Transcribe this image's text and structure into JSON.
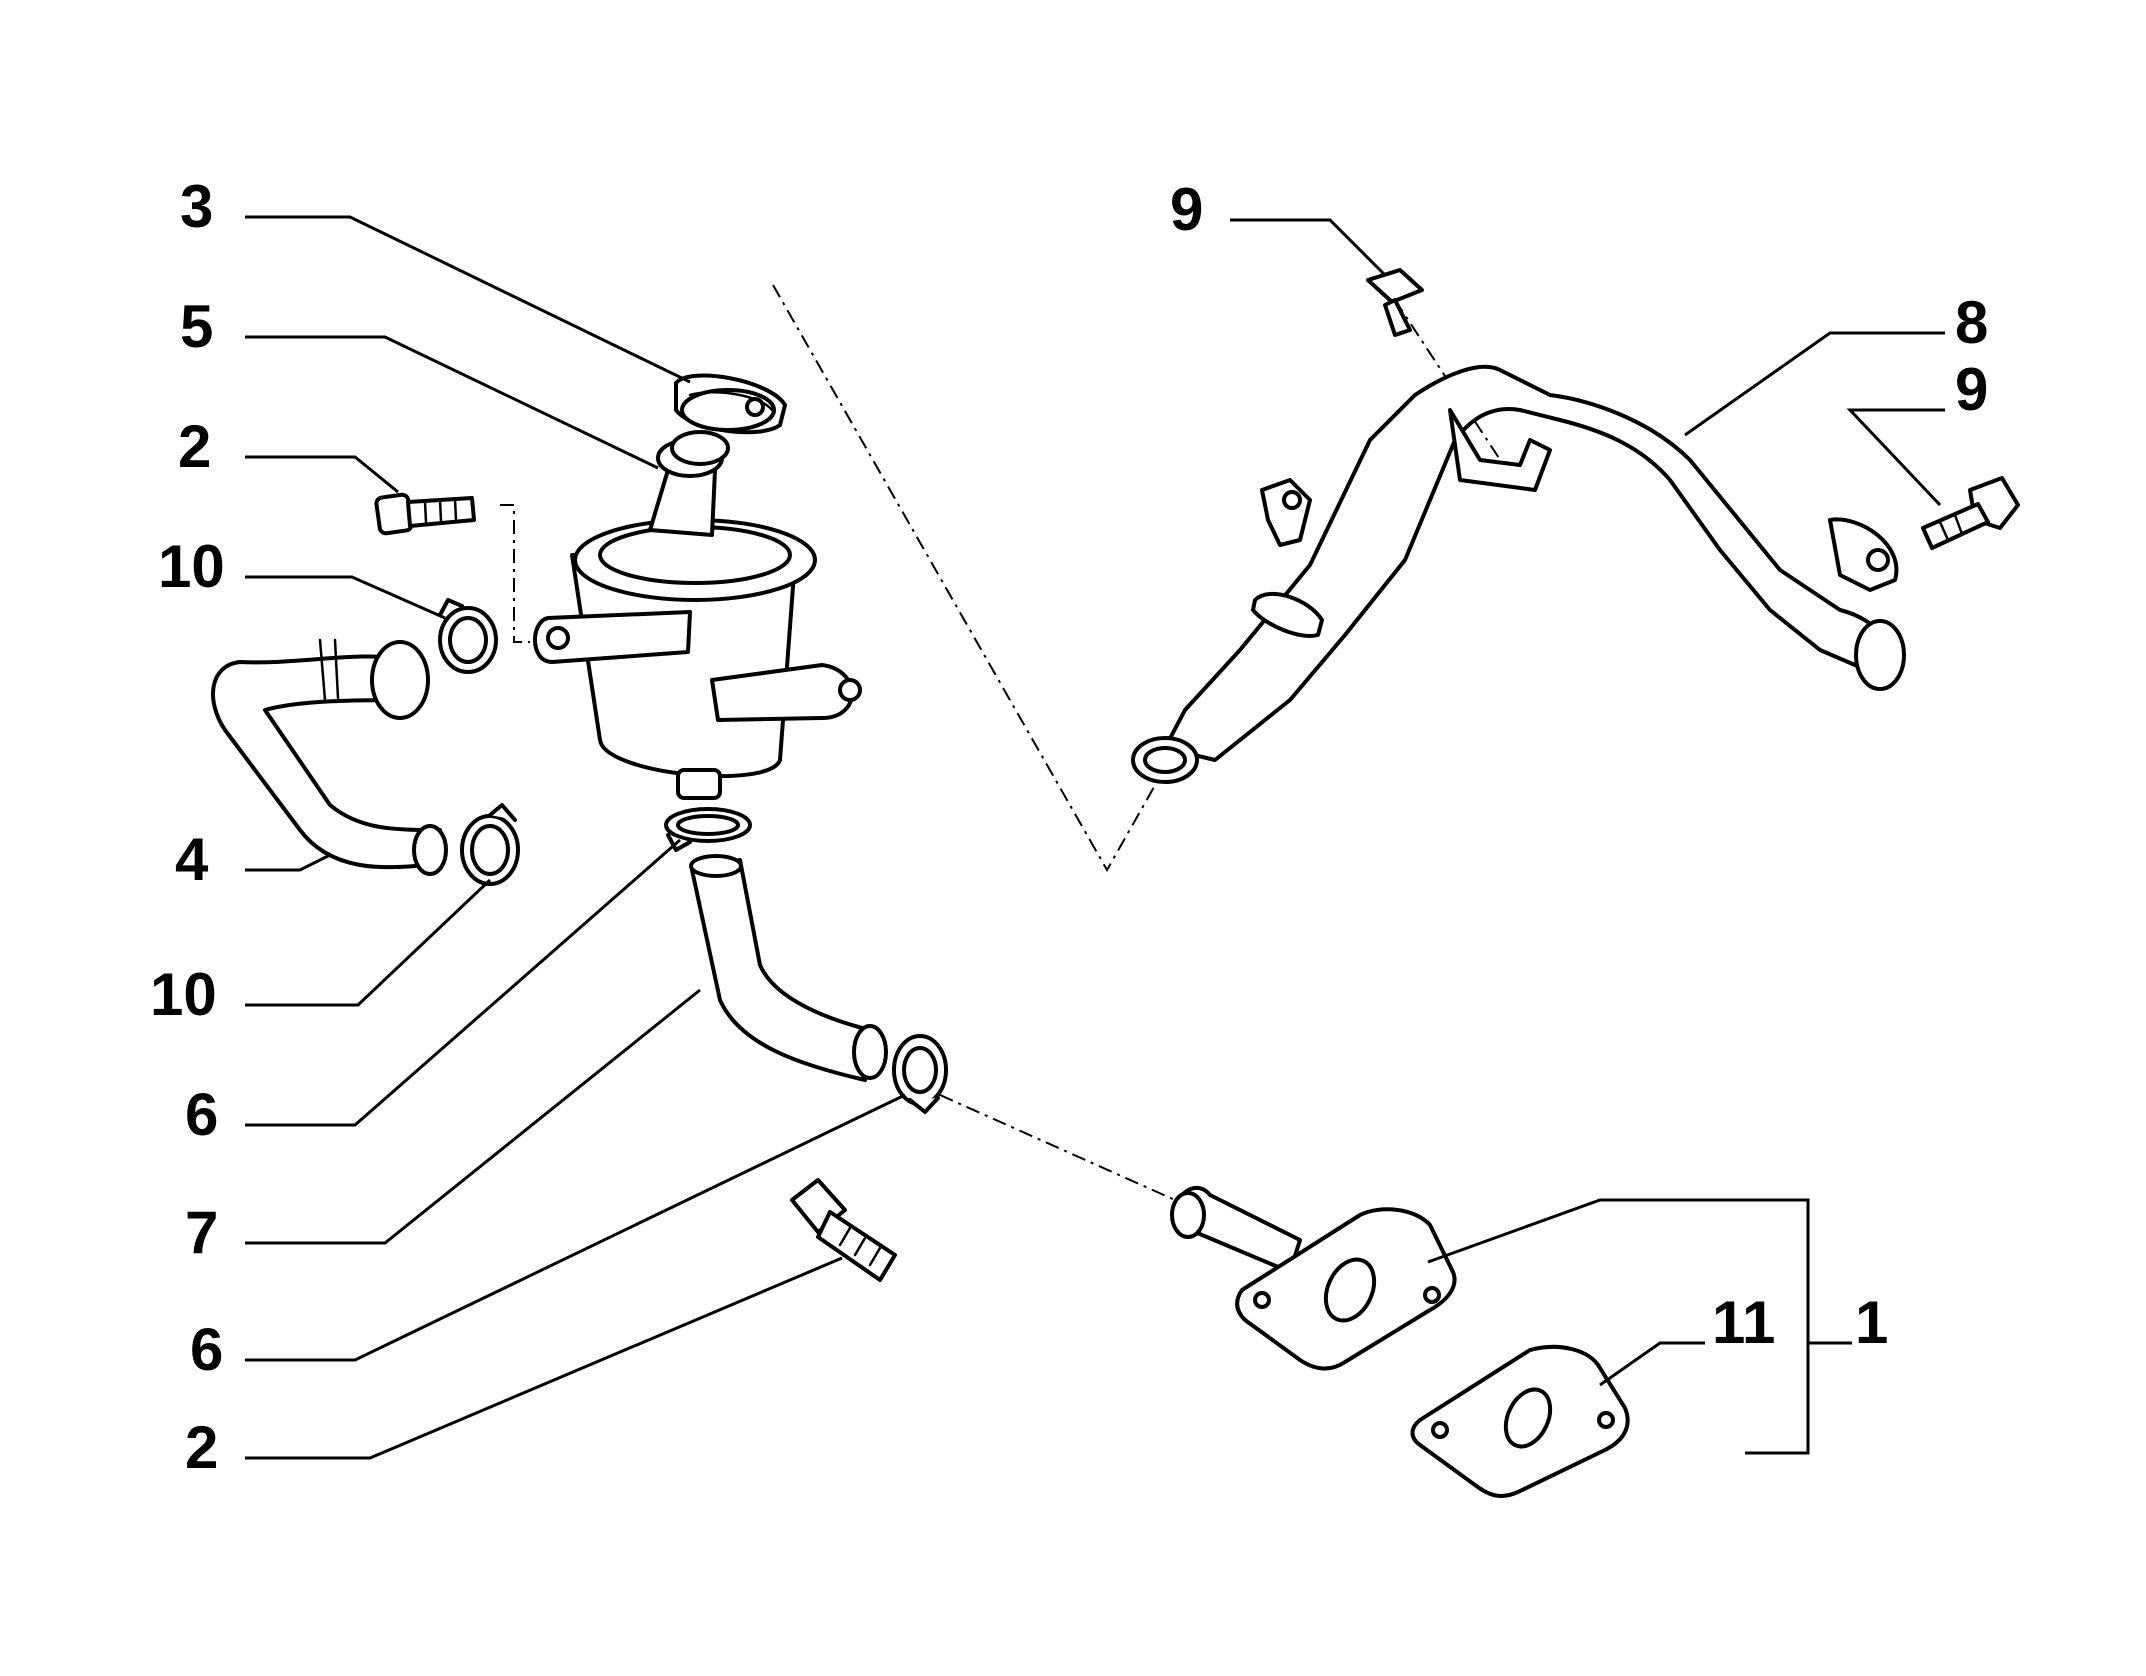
{
  "callouts": [
    {
      "id": "c3",
      "label": "3"
    },
    {
      "id": "c5",
      "label": "5"
    },
    {
      "id": "c2a",
      "label": "2"
    },
    {
      "id": "c10a",
      "label": "10"
    },
    {
      "id": "c4",
      "label": "4"
    },
    {
      "id": "c10b",
      "label": "10"
    },
    {
      "id": "c6a",
      "label": "6"
    },
    {
      "id": "c7",
      "label": "7"
    },
    {
      "id": "c6b",
      "label": "6"
    },
    {
      "id": "c2b",
      "label": "2"
    },
    {
      "id": "c9a",
      "label": "9"
    },
    {
      "id": "c8",
      "label": "8"
    },
    {
      "id": "c9b",
      "label": "9"
    },
    {
      "id": "c11",
      "label": "11"
    },
    {
      "id": "c1",
      "label": "1"
    }
  ]
}
